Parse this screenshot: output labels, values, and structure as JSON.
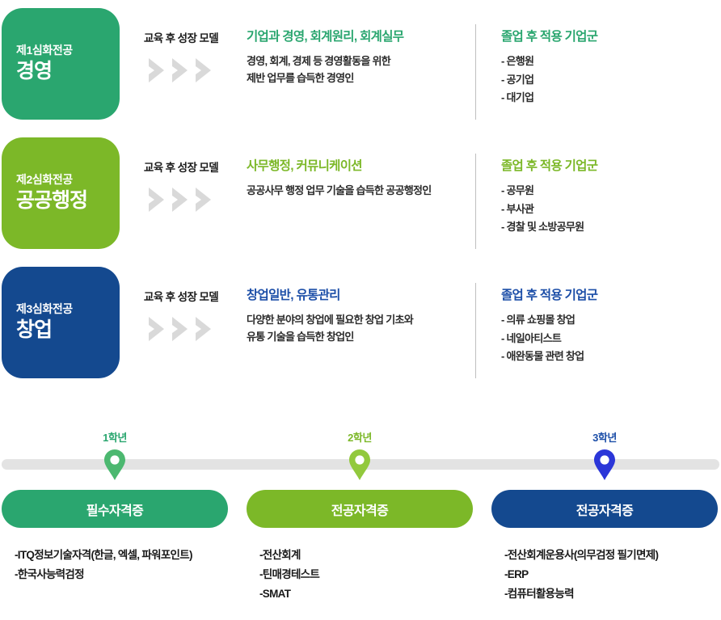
{
  "majors": [
    {
      "rank": "제1심화전공",
      "name": "경영",
      "card_color": "#2aa66f",
      "accent_color": "#2aa66f",
      "growth_label": "교육 후 성장 모델",
      "desc_title": "기업과 경영, 회계원리, 회계실무",
      "desc_lines": [
        "경영, 회계, 경제 등 경영활동을 위한",
        "제반 업무를 습득한 경영인"
      ],
      "career_title": "졸업 후 적용 기업군",
      "careers": [
        "- 은행원",
        "- 공기업",
        "- 대기업"
      ]
    },
    {
      "rank": "제2심화전공",
      "name": "공공행정",
      "card_color": "#7cb828",
      "accent_color": "#7cb828",
      "growth_label": "교육 후 성장 모델",
      "desc_title": "사무행정, 커뮤니케이션",
      "desc_lines": [
        "공공사무 행정 업무 기술을 습득한 공공행정인"
      ],
      "career_title": "졸업 후 적용 기업군",
      "careers": [
        "- 공무원",
        "- 부사관",
        "- 경찰 및 소방공무원"
      ]
    },
    {
      "rank": "제3심화전공",
      "name": "창업",
      "card_color": "#14498f",
      "accent_color": "#14498f",
      "growth_label": "교육 후 성장 모델",
      "desc_title": "창업일반, 유통관리",
      "desc_lines": [
        "다양한 분야의 창업에 필요한 창업 기초와",
        "유통 기술을 습득한 창업인"
      ],
      "career_title": "졸업 후 적용 기업군",
      "careers": [
        "- 의류 쇼핑몰 창업",
        "- 네일아티스트",
        "- 애완동물 관련 창업"
      ]
    }
  ],
  "timeline": {
    "bar_color": "#e3e3e3",
    "stages": [
      {
        "year": "1학년",
        "year_color": "#2aa66f",
        "pin_color": "#4cb870",
        "pill_label": "필수자격증",
        "pill_color": "#2aa66f",
        "certs": [
          "-ITQ정보기술자격(한글, 엑셀, 파워포인트)",
          "-한국사능력검정"
        ]
      },
      {
        "year": "2학년",
        "year_color": "#7cb828",
        "pin_color": "#92c93d",
        "pill_label": "전공자격증",
        "pill_color": "#7cb828",
        "certs": [
          "-전산회계",
          "-틴매경테스트",
          "-SMAT"
        ]
      },
      {
        "year": "3학년",
        "year_color": "#1d4fa8",
        "pin_color": "#2b36d8",
        "pill_label": "전공자격증",
        "pill_color": "#14498f",
        "certs": [
          "-전산회계운용사(의무검정 필기면제)",
          "-ERP",
          "-컴퓨터활용능력"
        ]
      }
    ]
  },
  "icons": {
    "chevron": "chevron-right-icon",
    "pin": "map-pin-icon"
  }
}
